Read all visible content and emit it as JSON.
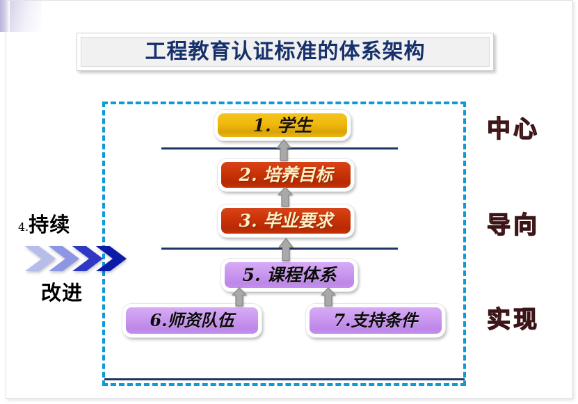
{
  "slide": {
    "title": "工程教育认证标准的体系架构",
    "background_color": "#ffffff",
    "dashed_border_color": "#0d9ad8",
    "divider_color": "#1e3764"
  },
  "nodes": [
    {
      "id": "node-1",
      "label": "1. 学生",
      "color": "#efb90d",
      "text_color": "#1a1208",
      "style": "gold"
    },
    {
      "id": "node-2",
      "label": "2. 培养目标",
      "color": "#cc3409",
      "text_color": "#fdf0c4",
      "style": "red"
    },
    {
      "id": "node-3",
      "label": "3. 毕业要求",
      "color": "#cc3409",
      "text_color": "#fdf0c4",
      "style": "red"
    },
    {
      "id": "node-5",
      "label": "5. 课程体系",
      "color": "#cb9af0",
      "text_color": "#0b0b0b",
      "style": "purple"
    },
    {
      "id": "node-6",
      "label": "6.师资队伍",
      "color": "#cb9af0",
      "text_color": "#0b0b0b",
      "style": "purple"
    },
    {
      "id": "node-7",
      "label": "7.支持条件",
      "color": "#cb9af0",
      "text_color": "#0b0b0b",
      "style": "purple"
    }
  ],
  "left_group": {
    "number": "4.",
    "line1": "持续",
    "line2": "改进",
    "chevron_colors": [
      "#b6bdea",
      "#8d96e2",
      "#2f38c4",
      "#0c1aa8"
    ]
  },
  "side_labels": [
    {
      "text": "中心",
      "color": "#e8807e"
    },
    {
      "text": "导向",
      "color": "#e8807e"
    },
    {
      "text": "实现",
      "color": "#e8807e"
    }
  ],
  "arrows": {
    "fill": "#a6a6a6",
    "stroke": "#808080",
    "direction": "up",
    "count": 5
  }
}
